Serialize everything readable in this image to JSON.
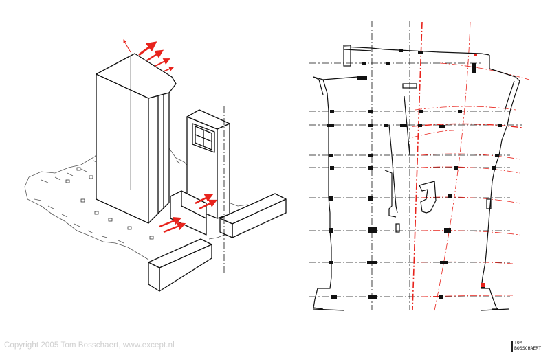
{
  "footer": {
    "copyright": "Copyright 2005 Tom Bosschaert, www.except.nl"
  },
  "logo": {
    "top_text": "TOM",
    "bottom_text": "BOSSCHAERT"
  },
  "colors": {
    "ink": "#111111",
    "accent": "#e8231c",
    "floor": "#555555",
    "copyright": "#cfcfcf"
  }
}
